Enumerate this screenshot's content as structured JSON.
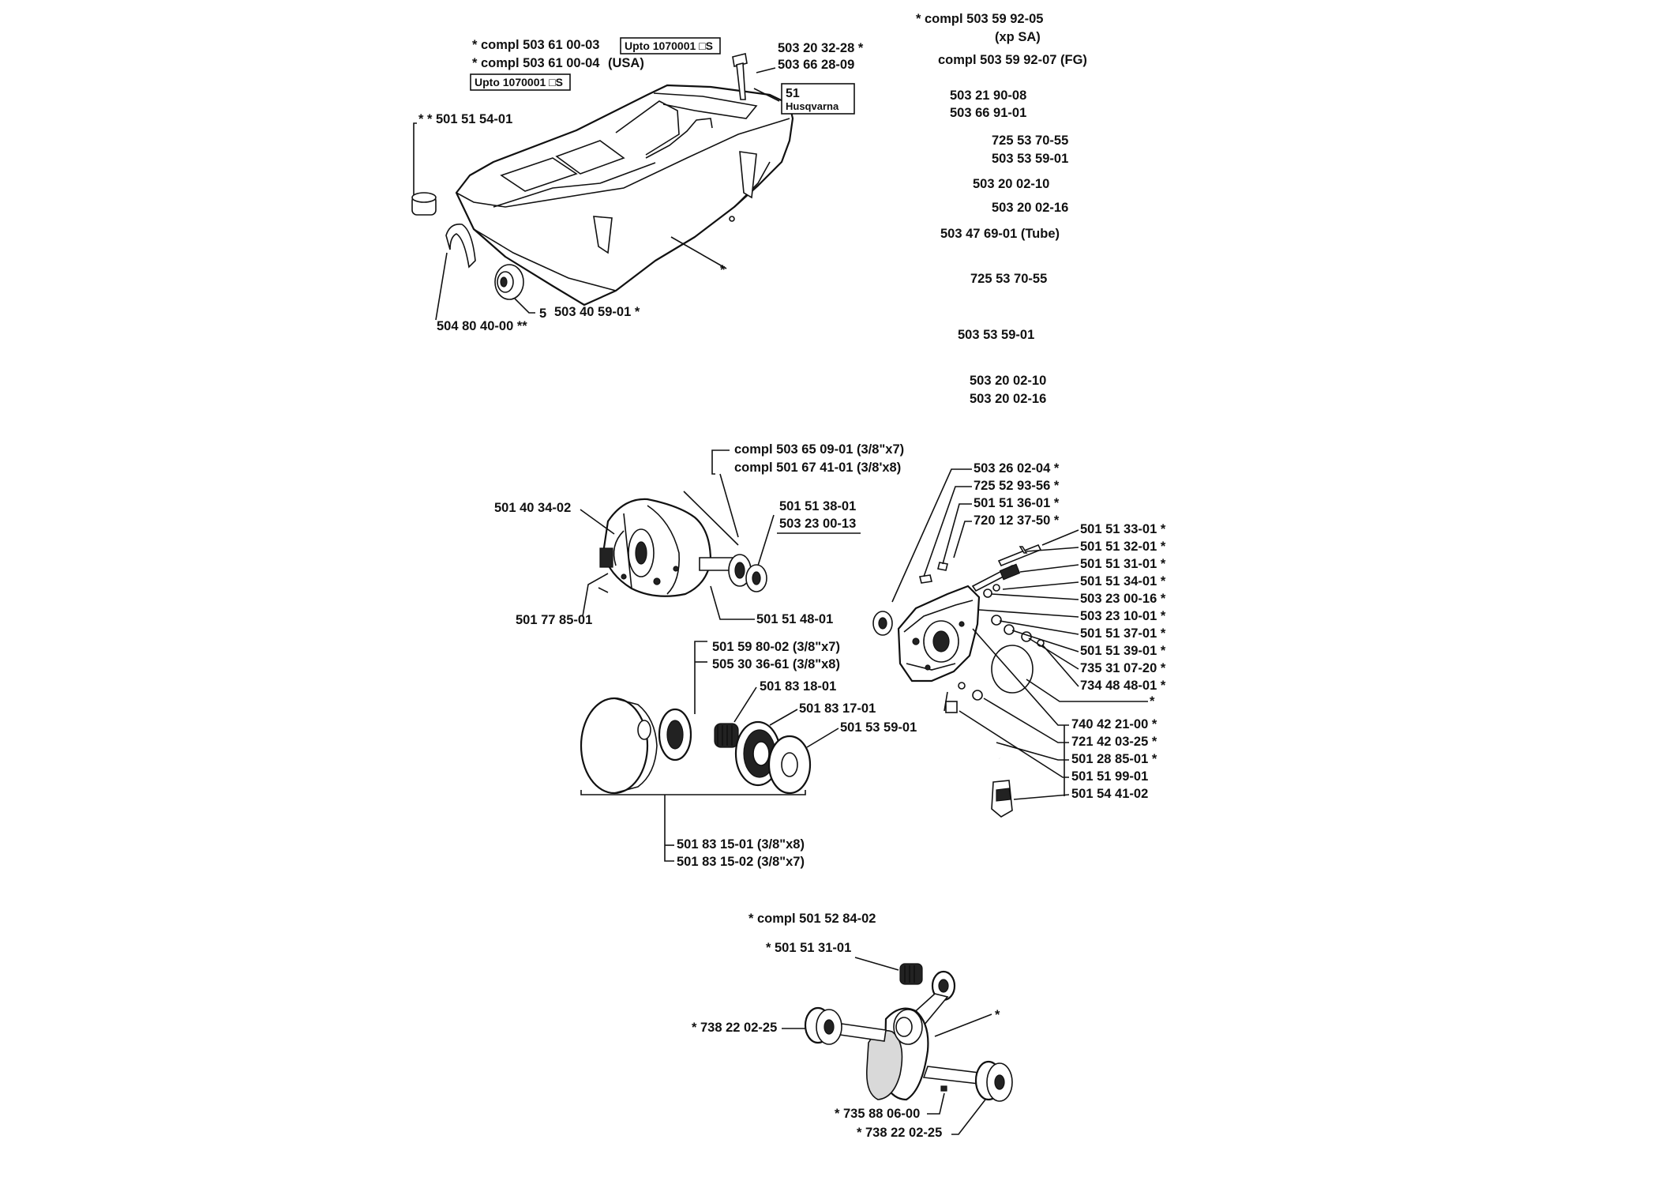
{
  "cover_group": {
    "compl_a": "*  compl 503 61 00-03",
    "compl_b": "*  compl 503 61 00-04",
    "usa": "(USA)",
    "upto_box_1": "Upto 1070001 □S",
    "upto_box_2": "Upto 1070001 □S",
    "screw_a": "503 20 32-28  *",
    "screw_b": "503 66 28-09",
    "plug": "* *  501 51 54-01",
    "bracket": "504 80 40-00  **",
    "grommet": "503 40 59-01  *",
    "cover_mark": "*",
    "grommet_mark": "5",
    "decal_num": "51",
    "decal_brand": "Husqvarna"
  },
  "right_list": {
    "compl_top": "*  compl 503 59 92-05",
    "xp_sa": "(xp SA)",
    "compl_fg": "compl 503 59 92-07 (FG)",
    "p1": "503 21 90-08",
    "p2": "503 66 91-01",
    "p3": "725 53 70-55",
    "p4": "503 53 59-01",
    "p5": "503 20 02-10",
    "p6": "503 20 02-16",
    "p7": "503 47 69-01 (Tube)",
    "p8": "725 53 70-55",
    "p9": "503 53 59-01",
    "p10": "503 20 02-10",
    "p11": "503 20 02-16"
  },
  "clutch_group": {
    "compl_a": "compl 503 65 09-01 (3/8\"x7)",
    "compl_b": "compl 501 67 41-01 (3/8'x8)",
    "shoe": "501 40 34-02",
    "washer": "501 51 38-01",
    "nut": "503 23 00-13",
    "spring": "501 77 85-01",
    "bearing": "501 51 48-01"
  },
  "drum_group": {
    "d1": "501 59 80-02 (3/8\"x7)",
    "d2": "505 30 36-61 (3/8\"x8)",
    "needle": "501 83 18-01",
    "rim": "501 83 17-01",
    "washer": "501 53 59-01",
    "assy_a": "501 83 15-01 (3/8\"x8)",
    "assy_b": "501 83 15-02 (3/8\"x7)"
  },
  "oil_pump_group": {
    "top_1": "503 26 02-04  *",
    "top_2": "725 52 93-56  *",
    "top_3": "501 51 36-01  *",
    "top_4": "720 12 37-50  *",
    "r1": "501 51 33-01  *",
    "r2": "501 51 32-01  *",
    "r3": "501 51 31-01  *",
    "r4": "501 51 34-01  *",
    "r5": "503 23 00-16  *",
    "r6": "503 23 10-01  *",
    "r7": "501 51 37-01  *",
    "r8": "501 51 39-01  *",
    "r9": "735 31 07-20  *",
    "r10": "734 48 48-01  *",
    "r11": "*",
    "b1": "740 42 21-00  *",
    "b2": "721 42 03-25  *",
    "b3": "501 28 85-01  *",
    "b4": "501 51 99-01",
    "b5": "501 54 41-02"
  },
  "crank_group": {
    "compl": "*  compl 501 52 84-02",
    "needle": "*  501 51 31-01",
    "bearing_left": "*  738 22 02-25",
    "key": "*  735 88 06-00",
    "bearing_right": "*  738 22 02-25",
    "crank_mark": "*"
  }
}
